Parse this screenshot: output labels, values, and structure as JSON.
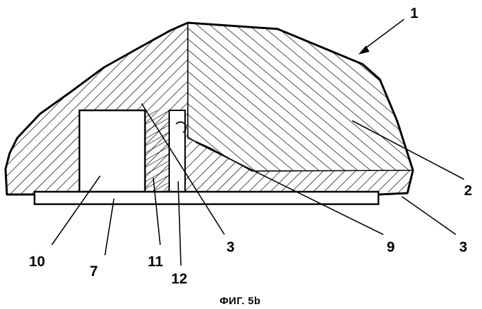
{
  "figure": {
    "caption": "ФИГ. 5b",
    "labels": {
      "ref_1": "1",
      "ref_2": "2",
      "ref_3_right": "3",
      "ref_3_center": "3",
      "ref_9": "9",
      "ref_10": "10",
      "ref_7": "7",
      "ref_11": "11",
      "ref_12": "12"
    }
  }
}
